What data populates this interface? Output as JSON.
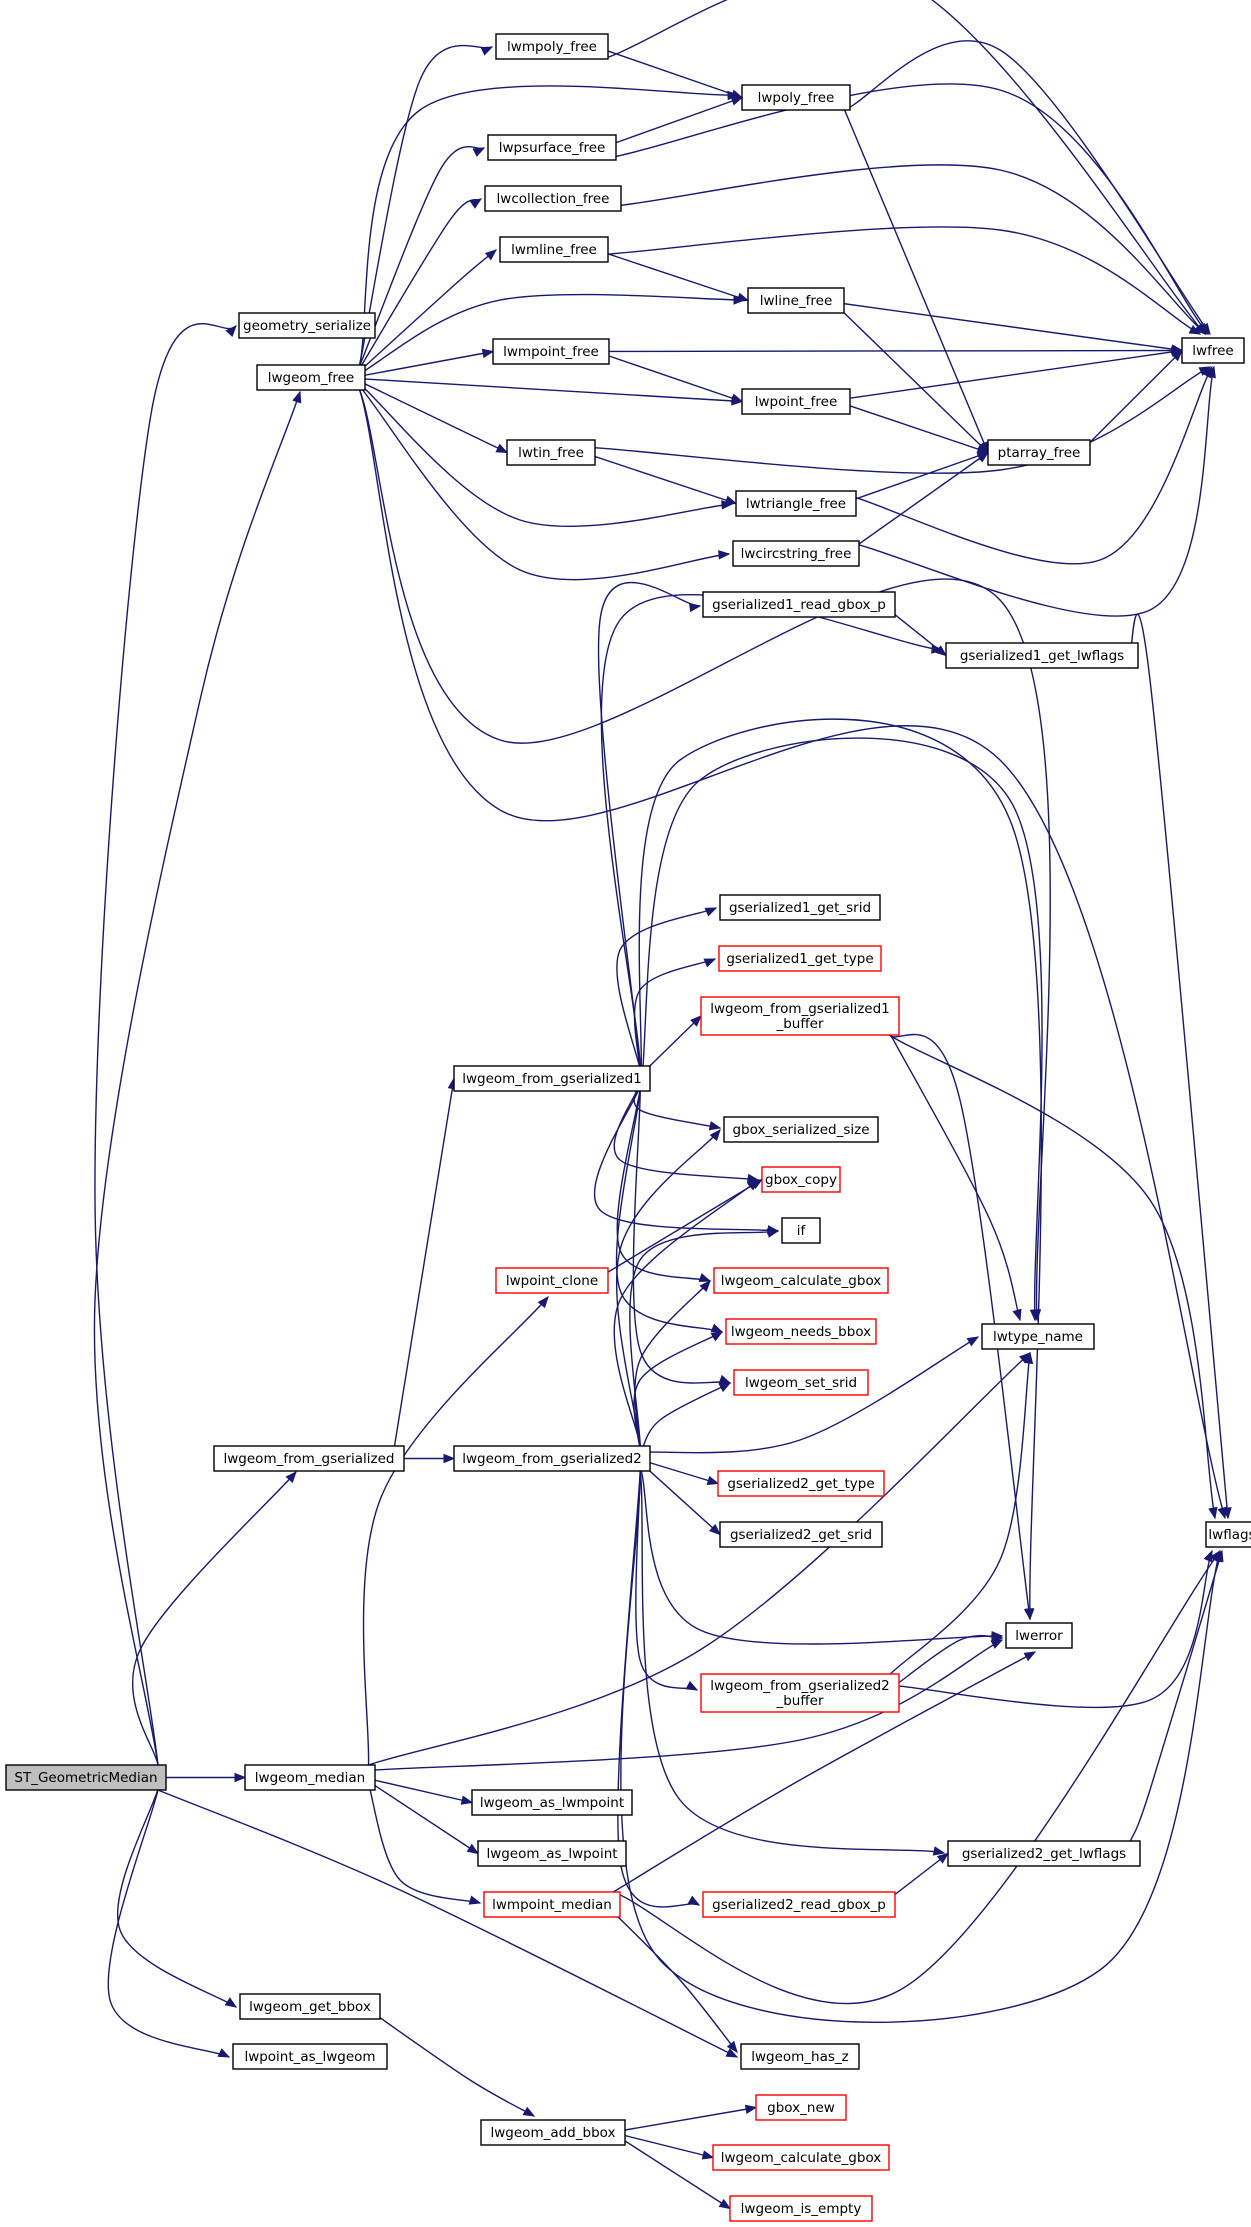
{
  "colors": {
    "edge": "#191970",
    "node_border_black": "#000000",
    "node_border_red": "#ff0000",
    "root_fill": "#bfbfbf",
    "node_fill": "#ffffff"
  },
  "nodes": [
    {
      "id": "st_geometricmedian",
      "label": "ST_GeometricMedian",
      "style": "root",
      "interactable": true
    },
    {
      "id": "geometry_serialize",
      "label": "geometry_serialize",
      "style": "black",
      "interactable": true
    },
    {
      "id": "lwgeom_free",
      "label": "lwgeom_free",
      "style": "black",
      "interactable": true
    },
    {
      "id": "lwmpoly_free",
      "label": "lwmpoly_free",
      "style": "black",
      "interactable": true
    },
    {
      "id": "lwpoly_free",
      "label": "lwpoly_free",
      "style": "black",
      "interactable": true
    },
    {
      "id": "lwpsurface_free",
      "label": "lwpsurface_free",
      "style": "black",
      "interactable": true
    },
    {
      "id": "lwcollection_free",
      "label": "lwcollection_free",
      "style": "black",
      "interactable": true
    },
    {
      "id": "lwmline_free",
      "label": "lwmline_free",
      "style": "black",
      "interactable": true
    },
    {
      "id": "lwline_free",
      "label": "lwline_free",
      "style": "black",
      "interactable": true
    },
    {
      "id": "lwfree",
      "label": "lwfree",
      "style": "black",
      "interactable": true
    },
    {
      "id": "lwmpoint_free",
      "label": "lwmpoint_free",
      "style": "black",
      "interactable": true
    },
    {
      "id": "lwpoint_free",
      "label": "lwpoint_free",
      "style": "black",
      "interactable": true
    },
    {
      "id": "lwtin_free",
      "label": "lwtin_free",
      "style": "black",
      "interactable": true
    },
    {
      "id": "ptarray_free",
      "label": "ptarray_free",
      "style": "black",
      "interactable": true
    },
    {
      "id": "lwtriangle_free",
      "label": "lwtriangle_free",
      "style": "black",
      "interactable": true
    },
    {
      "id": "lwcircstring_free",
      "label": "lwcircstring_free",
      "style": "black",
      "interactable": true
    },
    {
      "id": "gserialized1_read_gbox_p",
      "label": "gserialized1_read_gbox_p",
      "style": "black",
      "interactable": true
    },
    {
      "id": "gserialized1_get_lwflags",
      "label": "gserialized1_get_lwflags",
      "style": "black",
      "interactable": true
    },
    {
      "id": "gserialized1_get_srid",
      "label": "gserialized1_get_srid",
      "style": "black",
      "interactable": true
    },
    {
      "id": "gserialized1_get_type",
      "label": "gserialized1_get_type",
      "style": "red",
      "interactable": true
    },
    {
      "id": "lwgeom_from_gserialized1_buffer",
      "label": "lwgeom_from_gserialized1\n_buffer",
      "style": "red",
      "interactable": true
    },
    {
      "id": "lwgeom_from_gserialized1",
      "label": "lwgeom_from_gserialized1",
      "style": "black",
      "interactable": true
    },
    {
      "id": "gbox_serialized_size",
      "label": "gbox_serialized_size",
      "style": "black",
      "interactable": true
    },
    {
      "id": "gbox_copy",
      "label": "gbox_copy",
      "style": "red",
      "interactable": true
    },
    {
      "id": "if",
      "label": "if",
      "style": "black",
      "interactable": true
    },
    {
      "id": "lwpoint_clone",
      "label": "lwpoint_clone",
      "style": "red",
      "interactable": true
    },
    {
      "id": "lwgeom_calculate_gbox_1",
      "label": "lwgeom_calculate_gbox",
      "style": "red",
      "interactable": true
    },
    {
      "id": "lwgeom_needs_bbox",
      "label": "lwgeom_needs_bbox",
      "style": "red",
      "interactable": true
    },
    {
      "id": "lwtype_name",
      "label": "lwtype_name",
      "style": "black",
      "interactable": true
    },
    {
      "id": "lwgeom_set_srid",
      "label": "lwgeom_set_srid",
      "style": "red",
      "interactable": true
    },
    {
      "id": "lwgeom_from_gserialized",
      "label": "lwgeom_from_gserialized",
      "style": "black",
      "interactable": true
    },
    {
      "id": "lwgeom_from_gserialized2",
      "label": "lwgeom_from_gserialized2",
      "style": "black",
      "interactable": true
    },
    {
      "id": "gserialized2_get_type",
      "label": "gserialized2_get_type",
      "style": "red",
      "interactable": true
    },
    {
      "id": "lwflags",
      "label": "lwflags",
      "style": "black",
      "interactable": true
    },
    {
      "id": "gserialized2_get_srid",
      "label": "gserialized2_get_srid",
      "style": "black",
      "interactable": true
    },
    {
      "id": "lwerror",
      "label": "lwerror",
      "style": "black",
      "interactable": true
    },
    {
      "id": "lwgeom_from_gserialized2_buffer",
      "label": "lwgeom_from_gserialized2\n_buffer",
      "style": "red",
      "interactable": true
    },
    {
      "id": "lwgeom_median",
      "label": "lwgeom_median",
      "style": "black",
      "interactable": true
    },
    {
      "id": "lwgeom_as_lwmpoint",
      "label": "lwgeom_as_lwmpoint",
      "style": "black",
      "interactable": true
    },
    {
      "id": "lwgeom_as_lwpoint",
      "label": "lwgeom_as_lwpoint",
      "style": "black",
      "interactable": true
    },
    {
      "id": "gserialized2_get_lwflags",
      "label": "gserialized2_get_lwflags",
      "style": "black",
      "interactable": true
    },
    {
      "id": "lwmpoint_median",
      "label": "lwmpoint_median",
      "style": "red",
      "interactable": true
    },
    {
      "id": "gserialized2_read_gbox_p",
      "label": "gserialized2_read_gbox_p",
      "style": "red",
      "interactable": true
    },
    {
      "id": "lwgeom_get_bbox",
      "label": "lwgeom_get_bbox",
      "style": "black",
      "interactable": true
    },
    {
      "id": "lwgeom_has_z",
      "label": "lwgeom_has_z",
      "style": "black",
      "interactable": true
    },
    {
      "id": "lwpoint_as_lwgeom",
      "label": "lwpoint_as_lwgeom",
      "style": "black",
      "interactable": true
    },
    {
      "id": "gbox_new",
      "label": "gbox_new",
      "style": "red",
      "interactable": true
    },
    {
      "id": "lwgeom_add_bbox",
      "label": "lwgeom_add_bbox",
      "style": "black",
      "interactable": true
    },
    {
      "id": "lwgeom_calculate_gbox_2",
      "label": "lwgeom_calculate_gbox",
      "style": "red",
      "interactable": true
    },
    {
      "id": "lwgeom_is_empty",
      "label": "lwgeom_is_empty",
      "style": "red",
      "interactable": true
    }
  ],
  "edges": [
    [
      "st_geometricmedian",
      "geometry_serialize"
    ],
    [
      "st_geometricmedian",
      "lwgeom_free"
    ],
    [
      "st_geometricmedian",
      "lwgeom_from_gserialized"
    ],
    [
      "st_geometricmedian",
      "lwgeom_median"
    ],
    [
      "st_geometricmedian",
      "lwgeom_get_bbox"
    ],
    [
      "st_geometricmedian",
      "lwpoint_as_lwgeom"
    ],
    [
      "st_geometricmedian",
      "lwgeom_has_z"
    ],
    [
      "lwgeom_free",
      "lwmpoly_free"
    ],
    [
      "lwgeom_free",
      "lwpoly_free"
    ],
    [
      "lwgeom_free",
      "lwpsurface_free"
    ],
    [
      "lwgeom_free",
      "lwcollection_free"
    ],
    [
      "lwgeom_free",
      "lwmline_free"
    ],
    [
      "lwgeom_free",
      "lwline_free"
    ],
    [
      "lwgeom_free",
      "lwmpoint_free"
    ],
    [
      "lwgeom_free",
      "lwpoint_free"
    ],
    [
      "lwgeom_free",
      "lwtin_free"
    ],
    [
      "lwgeom_free",
      "lwtriangle_free"
    ],
    [
      "lwgeom_free",
      "lwcircstring_free"
    ],
    [
      "lwgeom_free",
      "lwtype_name"
    ],
    [
      "lwgeom_free",
      "lwflags"
    ],
    [
      "lwmpoly_free",
      "lwpoly_free"
    ],
    [
      "lwmpoly_free",
      "lwfree"
    ],
    [
      "lwpoly_free",
      "lwfree"
    ],
    [
      "lwpoly_free",
      "ptarray_free"
    ],
    [
      "lwpsurface_free",
      "lwpoly_free"
    ],
    [
      "lwpsurface_free",
      "lwfree"
    ],
    [
      "lwcollection_free",
      "lwfree"
    ],
    [
      "lwmline_free",
      "lwline_free"
    ],
    [
      "lwmline_free",
      "lwfree"
    ],
    [
      "lwline_free",
      "lwfree"
    ],
    [
      "lwline_free",
      "ptarray_free"
    ],
    [
      "lwmpoint_free",
      "lwpoint_free"
    ],
    [
      "lwmpoint_free",
      "lwfree"
    ],
    [
      "lwpoint_free",
      "lwfree"
    ],
    [
      "lwpoint_free",
      "ptarray_free"
    ],
    [
      "lwtin_free",
      "lwtriangle_free"
    ],
    [
      "lwtin_free",
      "lwfree"
    ],
    [
      "lwtriangle_free",
      "ptarray_free"
    ],
    [
      "lwtriangle_free",
      "lwfree"
    ],
    [
      "lwcircstring_free",
      "ptarray_free"
    ],
    [
      "lwcircstring_free",
      "lwfree"
    ],
    [
      "ptarray_free",
      "lwfree"
    ],
    [
      "gserialized1_read_gbox_p",
      "gserialized1_get_lwflags"
    ],
    [
      "gserialized1_get_lwflags",
      "lwflags"
    ],
    [
      "lwgeom_from_gserialized1_buffer",
      "lwerror"
    ],
    [
      "lwgeom_from_gserialized1_buffer",
      "lwtype_name"
    ],
    [
      "lwgeom_from_gserialized1_buffer",
      "lwflags"
    ],
    [
      "lwgeom_from_gserialized1",
      "gserialized1_read_gbox_p"
    ],
    [
      "lwgeom_from_gserialized1",
      "gserialized1_get_lwflags"
    ],
    [
      "lwgeom_from_gserialized1",
      "gserialized1_get_srid"
    ],
    [
      "lwgeom_from_gserialized1",
      "gserialized1_get_type"
    ],
    [
      "lwgeom_from_gserialized1",
      "lwgeom_from_gserialized1_buffer"
    ],
    [
      "lwgeom_from_gserialized1",
      "gbox_serialized_size"
    ],
    [
      "lwgeom_from_gserialized1",
      "gbox_copy"
    ],
    [
      "lwgeom_from_gserialized1",
      "if"
    ],
    [
      "lwgeom_from_gserialized1",
      "lwgeom_calculate_gbox_1"
    ],
    [
      "lwgeom_from_gserialized1",
      "lwgeom_needs_bbox"
    ],
    [
      "lwgeom_from_gserialized1",
      "lwgeom_set_srid"
    ],
    [
      "lwgeom_from_gserialized1",
      "lwtype_name"
    ],
    [
      "lwgeom_from_gserialized1",
      "lwerror"
    ],
    [
      "lwgeom_from_gserialized1",
      "lwtype_name"
    ],
    [
      "lwpoint_clone",
      "gbox_copy"
    ],
    [
      "lwgeom_from_gserialized",
      "lwgeom_from_gserialized1"
    ],
    [
      "lwgeom_from_gserialized",
      "lwgeom_from_gserialized2"
    ],
    [
      "lwgeom_from_gserialized2",
      "gbox_serialized_size"
    ],
    [
      "lwgeom_from_gserialized2",
      "gbox_copy"
    ],
    [
      "lwgeom_from_gserialized2",
      "if"
    ],
    [
      "lwgeom_from_gserialized2",
      "lwgeom_calculate_gbox_1"
    ],
    [
      "lwgeom_from_gserialized2",
      "lwgeom_needs_bbox"
    ],
    [
      "lwgeom_from_gserialized2",
      "lwgeom_set_srid"
    ],
    [
      "lwgeom_from_gserialized2",
      "lwtype_name"
    ],
    [
      "lwgeom_from_gserialized2",
      "gserialized2_get_type"
    ],
    [
      "lwgeom_from_gserialized2",
      "gserialized2_get_srid"
    ],
    [
      "lwgeom_from_gserialized2",
      "lwerror"
    ],
    [
      "lwgeom_from_gserialized2",
      "lwgeom_from_gserialized2_buffer"
    ],
    [
      "lwgeom_from_gserialized2",
      "gserialized2_get_lwflags"
    ],
    [
      "lwgeom_from_gserialized2",
      "gserialized2_read_gbox_p"
    ],
    [
      "lwgeom_from_gserialized2",
      "lwflags"
    ],
    [
      "lwgeom_from_gserialized2_buffer",
      "lwerror"
    ],
    [
      "lwgeom_from_gserialized2_buffer",
      "lwtype_name"
    ],
    [
      "lwgeom_from_gserialized2_buffer",
      "lwflags"
    ],
    [
      "gserialized2_read_gbox_p",
      "gserialized2_get_lwflags"
    ],
    [
      "gserialized2_get_lwflags",
      "lwflags"
    ],
    [
      "lwgeom_median",
      "lwpoint_clone"
    ],
    [
      "lwgeom_median",
      "lwtype_name"
    ],
    [
      "lwgeom_median",
      "lwerror"
    ],
    [
      "lwgeom_median",
      "lwgeom_as_lwmpoint"
    ],
    [
      "lwgeom_median",
      "lwgeom_as_lwpoint"
    ],
    [
      "lwgeom_median",
      "lwmpoint_median"
    ],
    [
      "lwmpoint_median",
      "lwerror"
    ],
    [
      "lwmpoint_median",
      "lwflags"
    ],
    [
      "lwmpoint_median",
      "lwgeom_has_z"
    ],
    [
      "lwgeom_get_bbox",
      "lwgeom_add_bbox"
    ],
    [
      "lwgeom_add_bbox",
      "gbox_new"
    ],
    [
      "lwgeom_add_bbox",
      "lwgeom_calculate_gbox_2"
    ],
    [
      "lwgeom_add_bbox",
      "lwgeom_is_empty"
    ]
  ]
}
